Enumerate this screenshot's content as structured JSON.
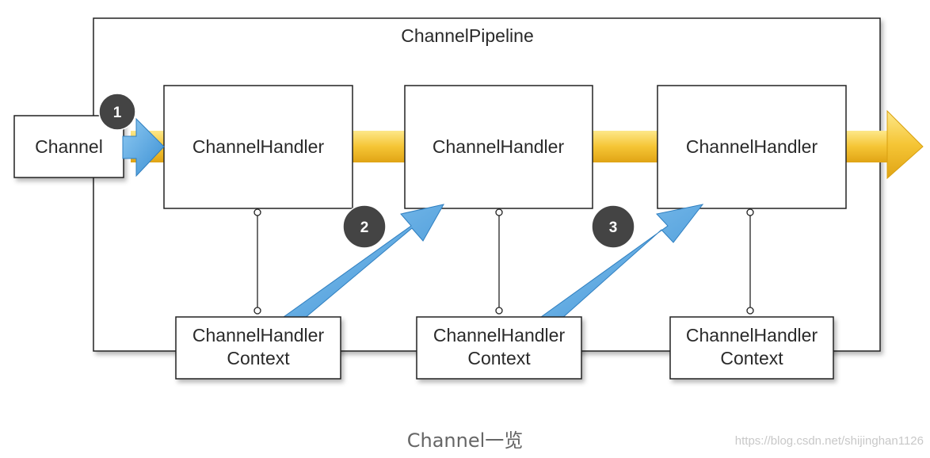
{
  "pipeline": {
    "title": "ChannelPipeline"
  },
  "channel": {
    "label": "Channel"
  },
  "handlers": [
    {
      "label": "ChannelHandler"
    },
    {
      "label": "ChannelHandler"
    },
    {
      "label": "ChannelHandler"
    }
  ],
  "contexts": [
    {
      "line1": "ChannelHandler",
      "line2": "Context"
    },
    {
      "line1": "ChannelHandler",
      "line2": "Context"
    },
    {
      "line1": "ChannelHandler",
      "line2": "Context"
    }
  ],
  "steps": [
    "1",
    "2",
    "3"
  ],
  "caption": "Channel一览",
  "watermark": "https://blog.csdn.net/shijinghan1126",
  "colors": {
    "event_flow": "#f5c535",
    "context_flow": "#4aa0dd",
    "badge": "#444444",
    "border": "#222222"
  }
}
